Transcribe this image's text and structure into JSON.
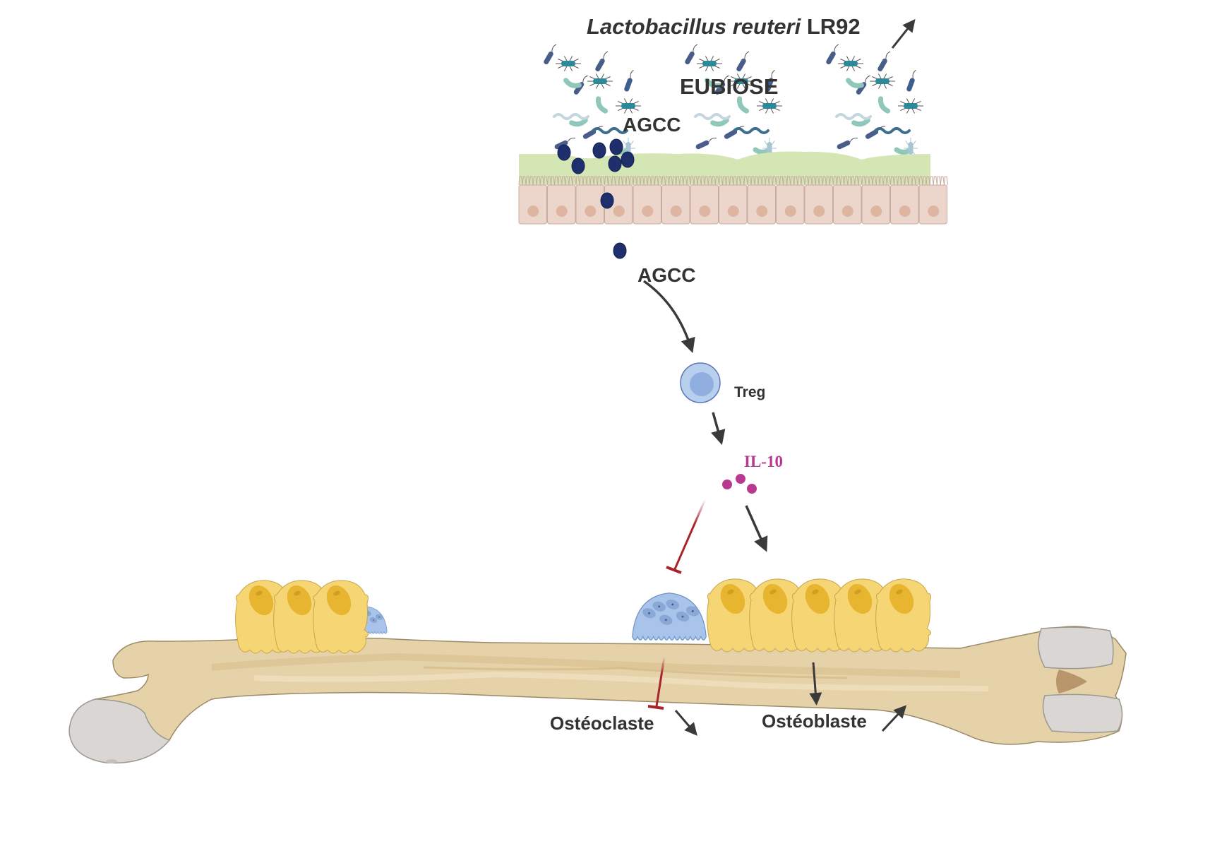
{
  "diagram": {
    "title_species_italic": "Lactobacillus reuteri",
    "title_strain": "LR92",
    "title_trend": "increase",
    "microbiota_label": "EUBIOSE",
    "metabolite_label_gut": "AGCC",
    "metabolite_label_circulation": "AGCC",
    "immune_cell_label": "Treg",
    "cytokine_label": "IL-10",
    "bone_cells": {
      "osteoclast_label": "Ostéoclaste",
      "osteoclast_trend": "decrease",
      "osteoblast_label": "Ostéoblaste",
      "osteoblast_trend": "increase"
    },
    "relations": [
      {
        "from": "AGCC",
        "to": "Treg",
        "type": "activation"
      },
      {
        "from": "Treg",
        "to": "IL-10",
        "type": "activation"
      },
      {
        "from": "IL-10",
        "to": "Ostéoclaste",
        "type": "inhibition"
      },
      {
        "from": "IL-10",
        "to": "Ostéoblaste",
        "type": "activation"
      }
    ],
    "colors": {
      "text": "#333333",
      "il10": "#b83a90",
      "agcc": "#1f2f6b",
      "inhibition": "#a8242a",
      "arrow": "#3a3a3a",
      "mucus": "#d5e6b5",
      "epithelium": "#ecd6cc",
      "bone": "#e6d2a8",
      "cartilage": "#d9d6d3",
      "osteoblast": "#f5d574",
      "osteoclast": "#a9c4ea",
      "treg": "#b9cfee"
    }
  }
}
